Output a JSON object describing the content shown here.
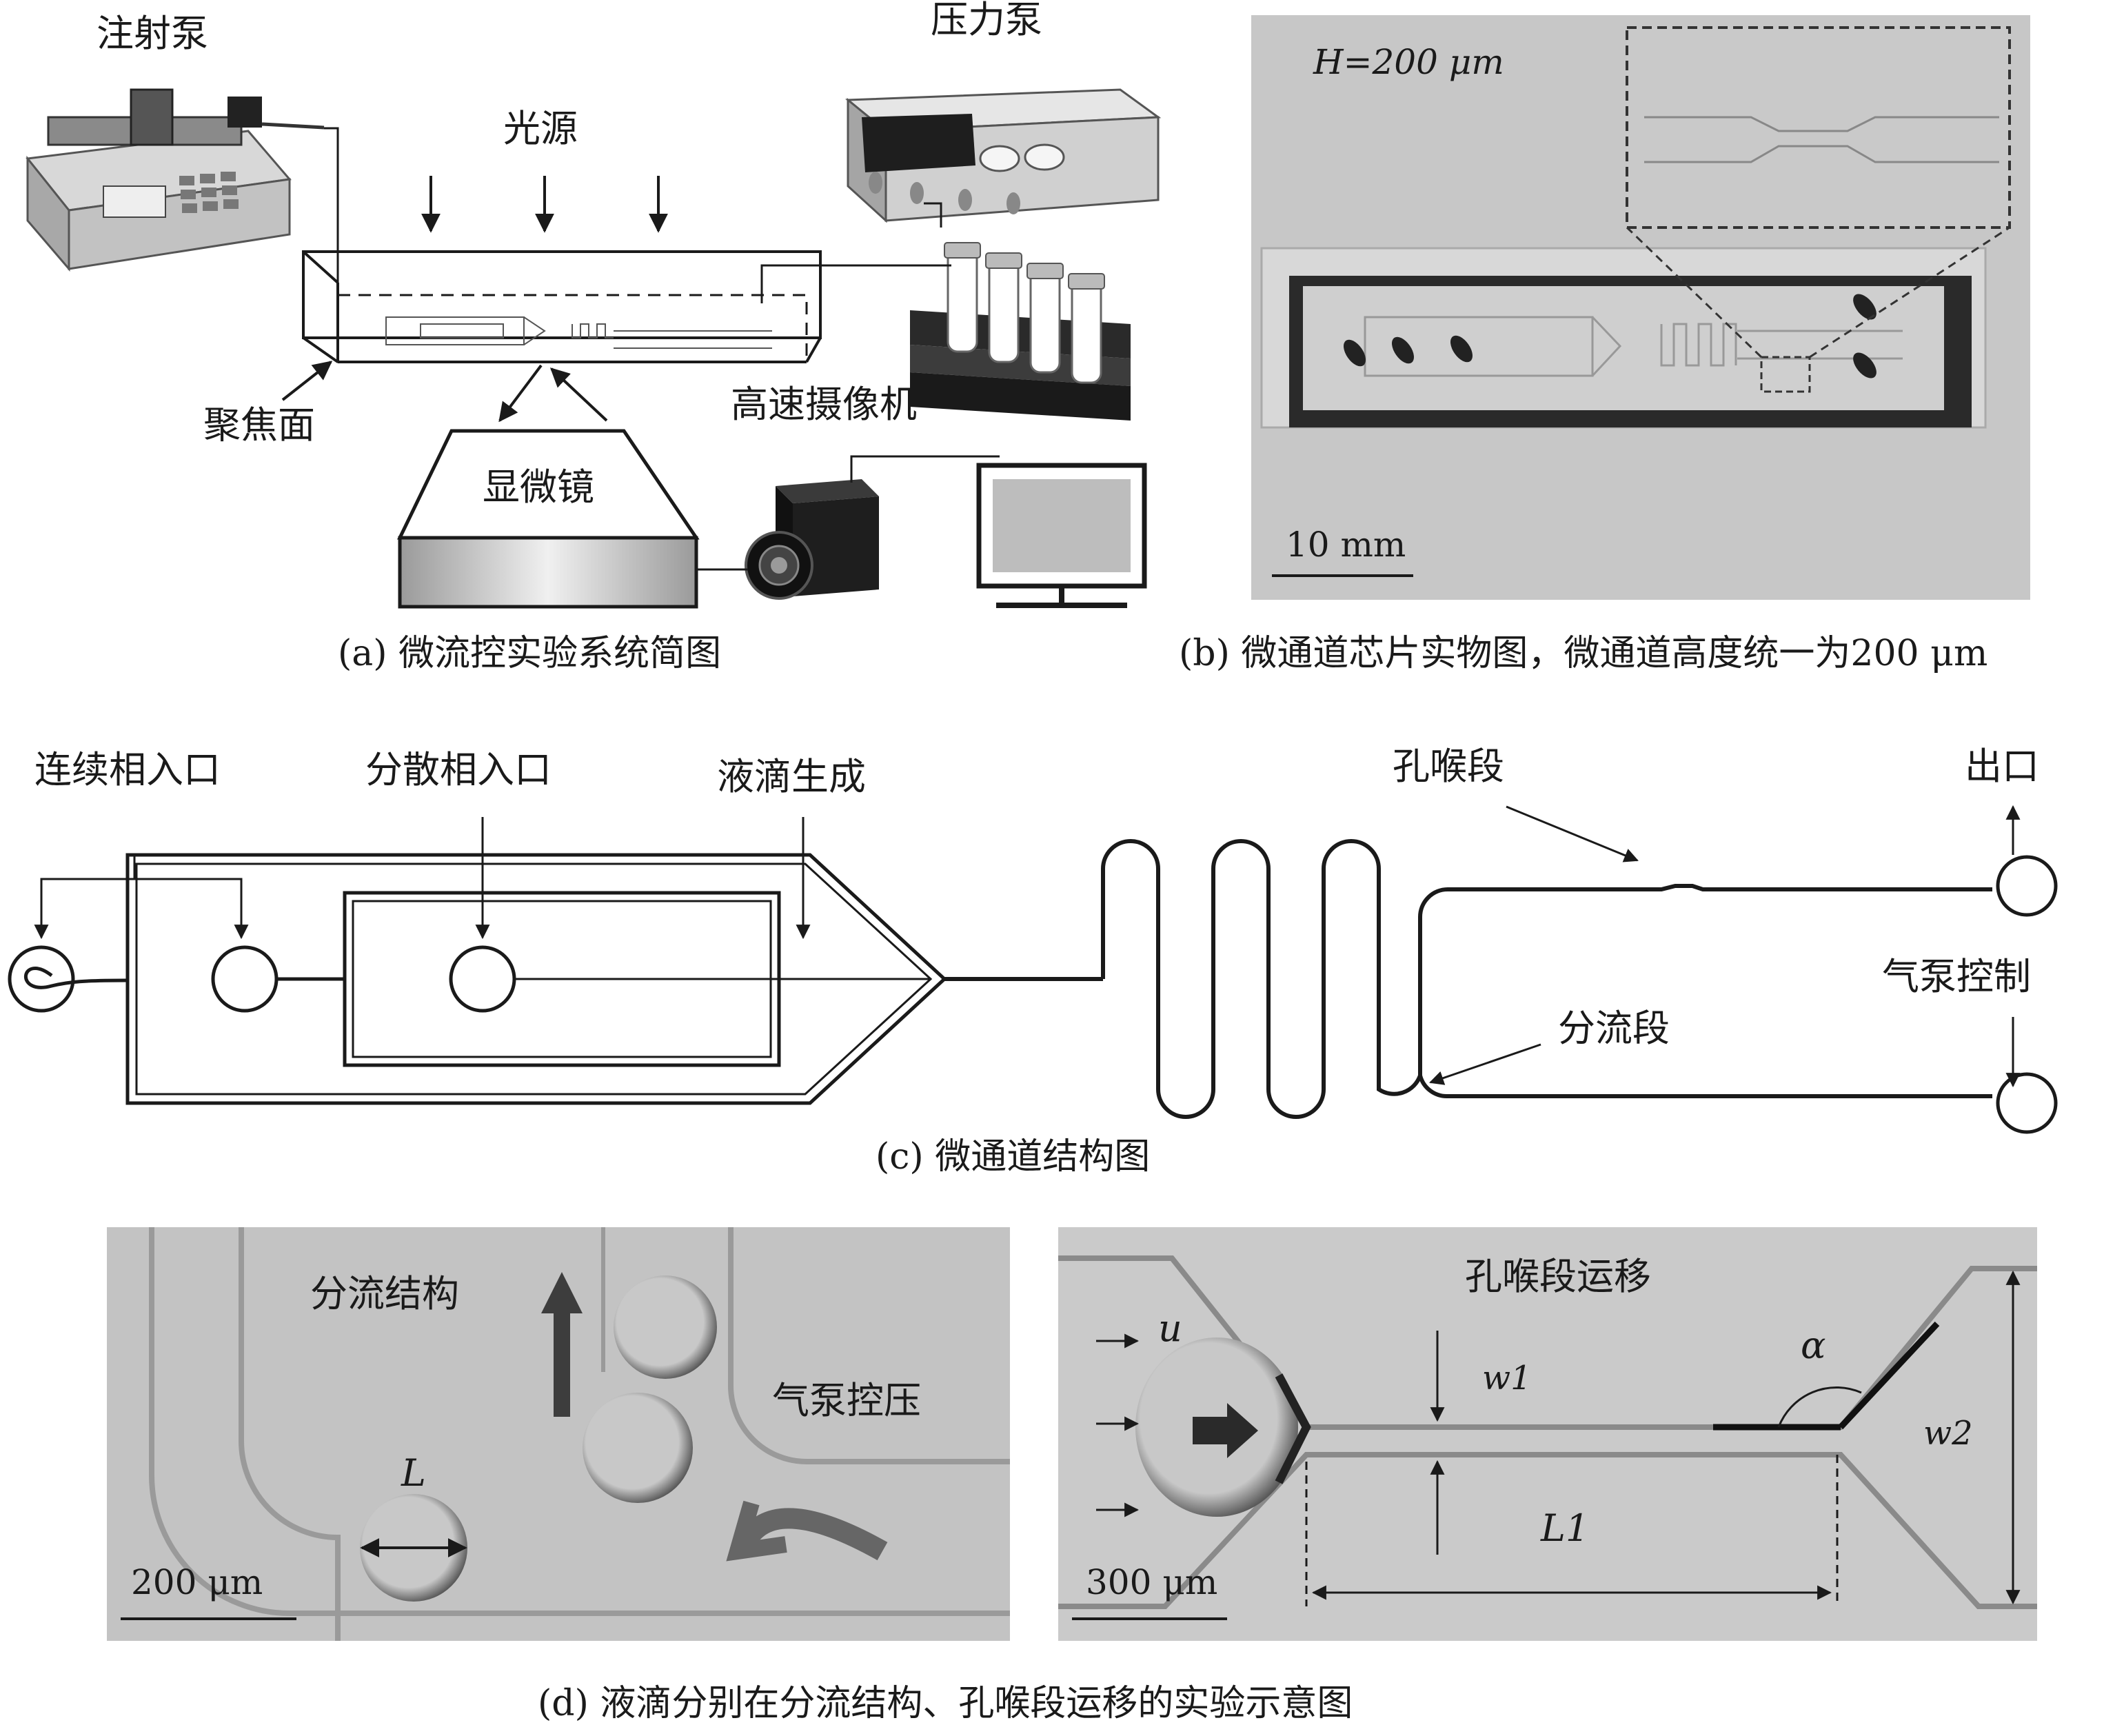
{
  "panel_a": {
    "caption": "(a) 微流控实验系统简图",
    "syringe_pump": "注射泵",
    "pressure_pump": "压力泵",
    "light_source": "光源",
    "focal_plane": "聚焦面",
    "high_speed_camera": "高速摄像机",
    "microscope": "显微镜"
  },
  "panel_b": {
    "caption": "(b) 微通道芯片实物图，微通道高度统一为200 μm",
    "height_label": "H=200 μm",
    "scale_bar": "10 mm"
  },
  "panel_c": {
    "caption": "(c) 微通道结构图",
    "continuous_inlet": "连续相入口",
    "dispersed_inlet": "分散相入口",
    "droplet_generation": "液滴生成",
    "throat_section": "孔喉段",
    "outlet": "出口",
    "air_pump_control": "气泵控制",
    "split_section": "分流段"
  },
  "panel_d": {
    "caption": "(d) 液滴分别在分流结构、孔喉段运移的实验示意图",
    "left": {
      "structure_label": "分流结构",
      "pressure_label": "气泵控压",
      "length_symbol": "L",
      "scale_bar": "200 μm"
    },
    "right": {
      "title": "孔喉段运移",
      "velocity_symbol": "u",
      "w1_symbol": "w1",
      "w2_symbol": "w2",
      "l1_symbol": "L1",
      "angle_symbol": "α",
      "scale_bar": "300 μm"
    }
  },
  "colors": {
    "photo_gray": "#c4c4c4",
    "line": "#1a1a1a",
    "accent_dark": "#444444"
  }
}
